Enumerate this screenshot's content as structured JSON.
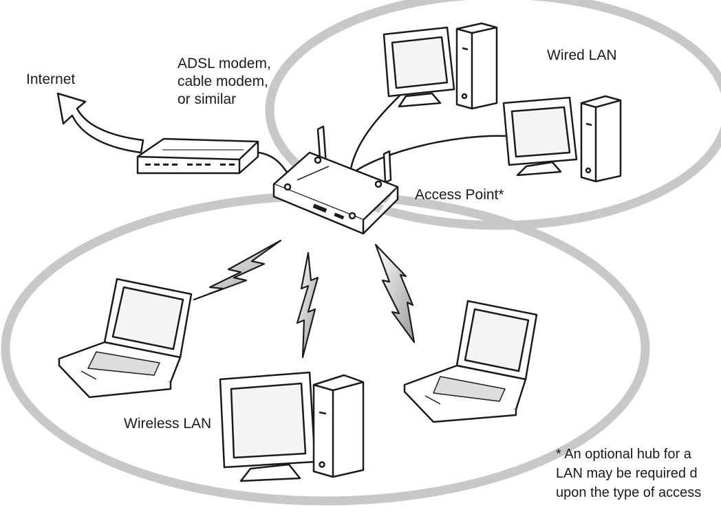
{
  "labels": {
    "internet": "Internet",
    "modem": "ADSL modem,\ncable modem,\nor similar",
    "wired_lan": "Wired LAN",
    "access_point": "Access Point*",
    "wireless_lan": "Wireless LAN",
    "footnote": "* An optional hub for a\nLAN may be required d\nupon the type of access"
  },
  "colors": {
    "line": "#1a1a1a",
    "ellipse": "#c8c8c8",
    "screen": "#f4f4f4"
  }
}
